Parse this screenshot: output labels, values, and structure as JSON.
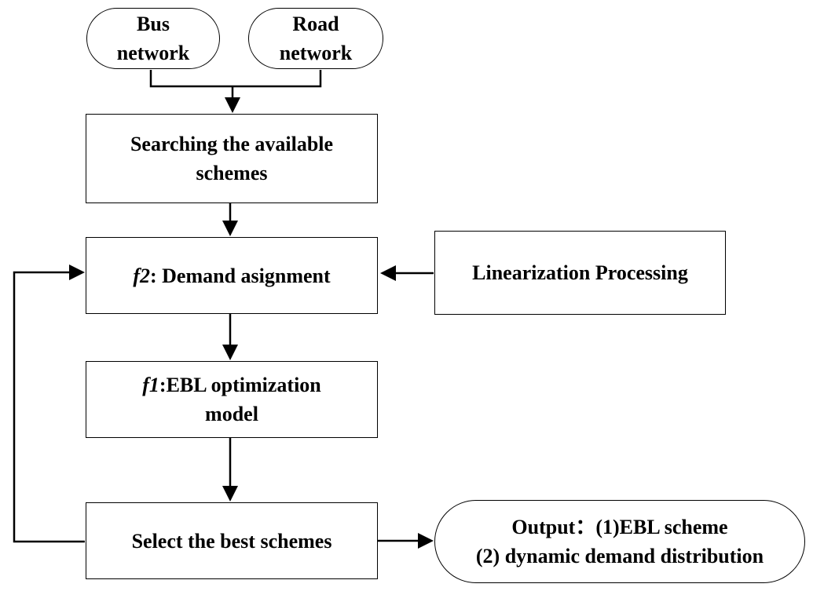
{
  "nodes": {
    "bus": {
      "line1": "Bus",
      "line2": "network"
    },
    "road": {
      "line1": "Road",
      "line2": "network"
    },
    "search": {
      "line1": "Searching the available",
      "line2": "schemes"
    },
    "demand": {
      "fn": "f2",
      "text": ": Demand asignment"
    },
    "linear": {
      "text": "Linearization Processing"
    },
    "ebl": {
      "fn": "f1",
      "text1": ":EBL optimization",
      "line2": "model"
    },
    "select": {
      "text": "Select the best schemes"
    },
    "output": {
      "line1": "Output：(1)EBL scheme",
      "line2": "(2) dynamic demand distribution"
    }
  },
  "edges": [
    {
      "from": "bus",
      "to": "search"
    },
    {
      "from": "road",
      "to": "search"
    },
    {
      "from": "search",
      "to": "demand"
    },
    {
      "from": "linear",
      "to": "demand"
    },
    {
      "from": "demand",
      "to": "ebl"
    },
    {
      "from": "ebl",
      "to": "select"
    },
    {
      "from": "select",
      "to": "demand"
    },
    {
      "from": "select",
      "to": "output"
    }
  ]
}
